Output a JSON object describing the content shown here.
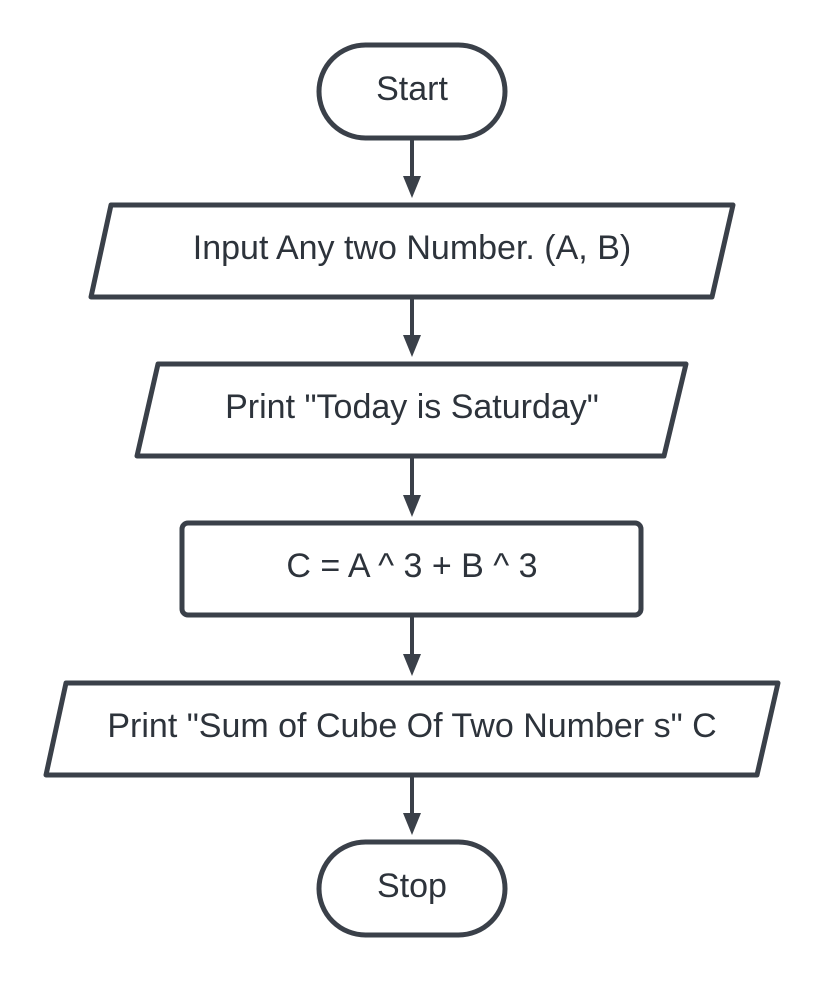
{
  "diagram": {
    "nodes": [
      {
        "id": "start",
        "shape": "terminator",
        "label": "Start"
      },
      {
        "id": "input-ab",
        "shape": "parallelogram",
        "label": "Input Any two Number. (A, B)"
      },
      {
        "id": "print-today",
        "shape": "parallelogram",
        "label": "Print \"Today is Saturday\""
      },
      {
        "id": "compute-c",
        "shape": "rectangle",
        "label": "C = A ^ 3 + B ^ 3"
      },
      {
        "id": "print-sum",
        "shape": "parallelogram",
        "label": "Print \"Sum of Cube Of Two Number s\" C"
      },
      {
        "id": "stop",
        "shape": "terminator",
        "label": "Stop"
      }
    ],
    "edges": [
      {
        "from": "start",
        "to": "input-ab"
      },
      {
        "from": "input-ab",
        "to": "print-today"
      },
      {
        "from": "print-today",
        "to": "compute-c"
      },
      {
        "from": "compute-c",
        "to": "print-sum"
      },
      {
        "from": "print-sum",
        "to": "stop"
      }
    ],
    "colors": {
      "stroke": "#3a4049",
      "text": "#2d333b",
      "fill": "#ffffff"
    }
  }
}
